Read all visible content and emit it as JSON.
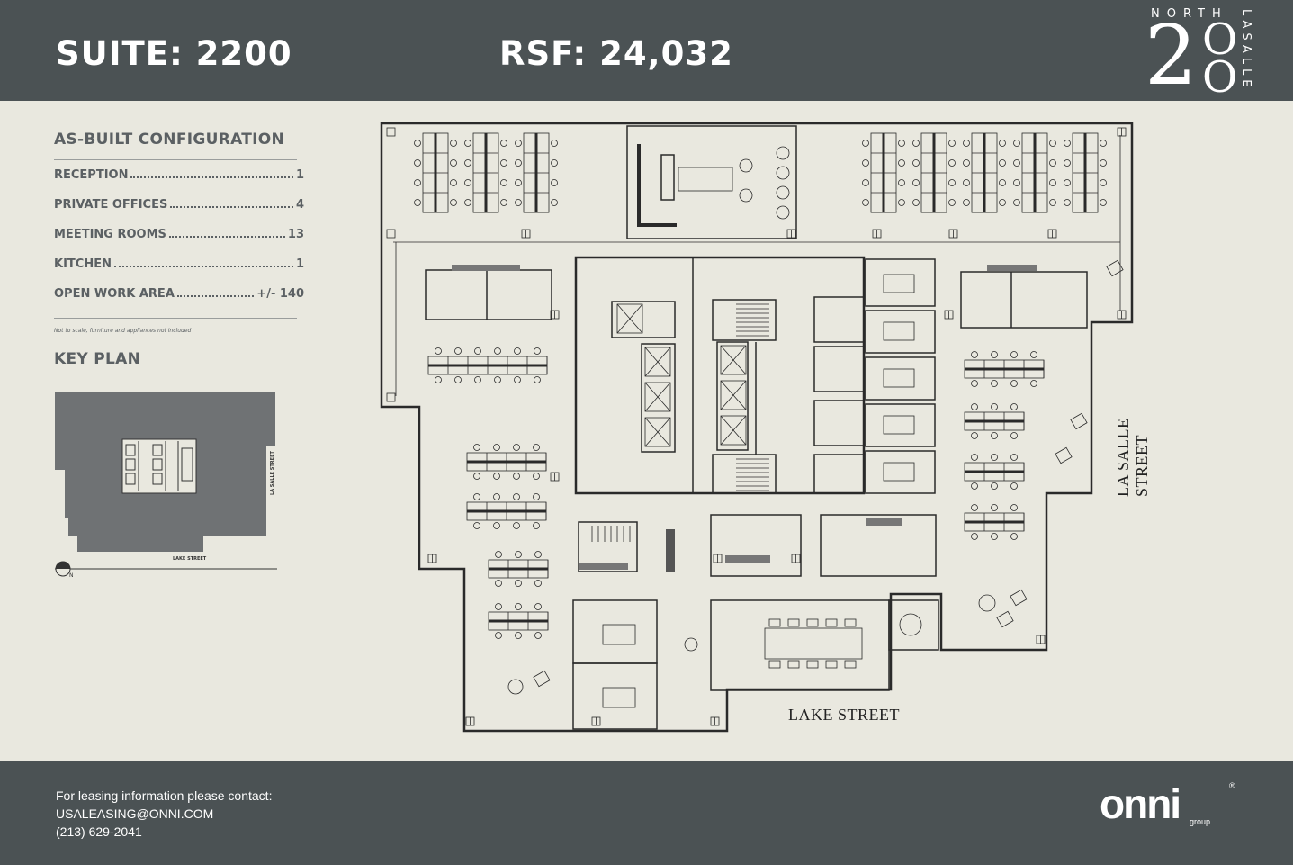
{
  "header": {
    "suite": "SUITE: 2200",
    "rsf": "RSF: 24,032",
    "brand": {
      "north": "NORTH",
      "lasalle": "LASALLE",
      "digit2": "2",
      "o1": "O",
      "o2": "O"
    }
  },
  "config": {
    "title": "AS-BUILT CONFIGURATION",
    "items": [
      {
        "label": "RECEPTION",
        "value": "1"
      },
      {
        "label": "PRIVATE OFFICES",
        "value": "4"
      },
      {
        "label": "MEETING ROOMS",
        "value": "13"
      },
      {
        "label": "KITCHEN",
        "value": "1"
      },
      {
        "label": "OPEN WORK AREA",
        "value": "+/- 140"
      }
    ],
    "note": "Not to scale, furniture and appliances not included"
  },
  "keyplan": {
    "title": "KEY PLAN",
    "street_east": "LA SALLE STREET",
    "street_south": "LAKE STREET",
    "north_label": "N"
  },
  "plan": {
    "street_lake": "LAKE STREET",
    "street_lasalle": "LA SALLE STREET"
  },
  "footer": {
    "line1": "For leasing information please contact:",
    "email": "USALEASING@ONNI.COM",
    "phone": "(213) 629-2041"
  },
  "logo": {
    "name": "onni",
    "sub": "group",
    "reg": "®"
  },
  "colors": {
    "band": "#4b5254",
    "paper": "#e9e8df",
    "ink": "#2a2a2a",
    "gray_text": "#5b6063",
    "keyplan_fill": "#6f7274"
  }
}
